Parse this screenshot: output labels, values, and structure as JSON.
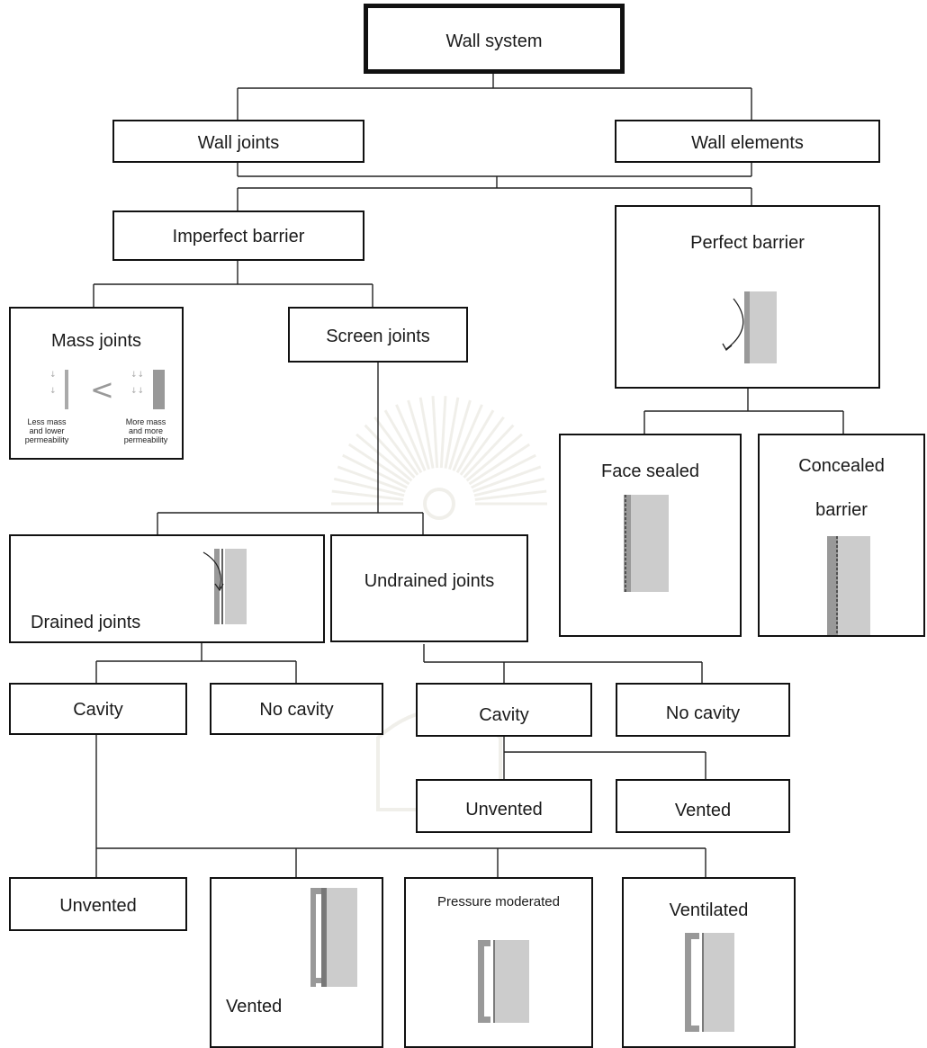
{
  "nodes": {
    "wall_system": "Wall system",
    "wall_joints": "Wall joints",
    "wall_elements": "Wall elements",
    "imperfect_barrier": "Imperfect barrier",
    "perfect_barrier": "Perfect barrier",
    "mass_joints": "Mass joints",
    "screen_joints": "Screen joints",
    "face_sealed": "Face sealed",
    "concealed_barrier_1": "Concealed",
    "concealed_barrier_2": "barrier",
    "drained_joints": "Drained joints",
    "undrained_joints": "Undrained joints",
    "drained_cavity": "Cavity",
    "drained_no_cavity": "No cavity",
    "undrained_cavity": "Cavity",
    "undrained_no_cavity": "No cavity",
    "undrained_unvented": "Unvented",
    "undrained_vented": "Vented",
    "drained_unvented": "Unvented",
    "drained_vented": "Vented",
    "pressure_moderated": "Pressure moderated",
    "ventilated": "Ventilated"
  },
  "mass_captions": {
    "left": [
      "Less mass",
      "and lower",
      "permeability"
    ],
    "right": [
      "More mass",
      "and more",
      "permeability"
    ]
  },
  "colors": {
    "line": "#222222",
    "panel_light": "#cccccc",
    "panel_dark": "#999999"
  }
}
